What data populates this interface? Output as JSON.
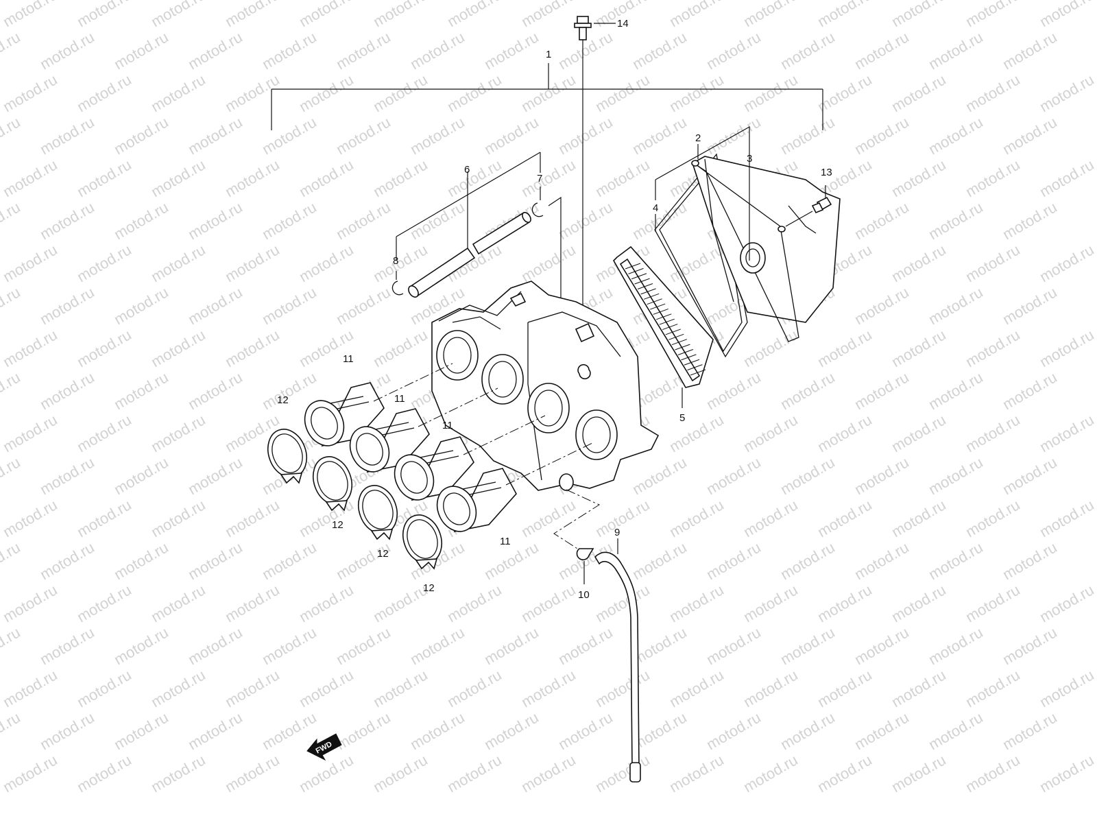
{
  "watermark": "motod.ru",
  "direction_marker": "FWD",
  "callouts": {
    "c1": "1",
    "c2": "2",
    "c3": "3",
    "c4": "4",
    "c5": "5",
    "c6": "6",
    "c7": "7",
    "c8": "8",
    "c9": "9",
    "c10": "10",
    "c13": "13",
    "c14": "14",
    "c11a": "11",
    "c11b": "11",
    "c11c": "11",
    "c11d": "11",
    "c12a": "12",
    "c12b": "12",
    "c12c": "12",
    "c12d": "12"
  }
}
